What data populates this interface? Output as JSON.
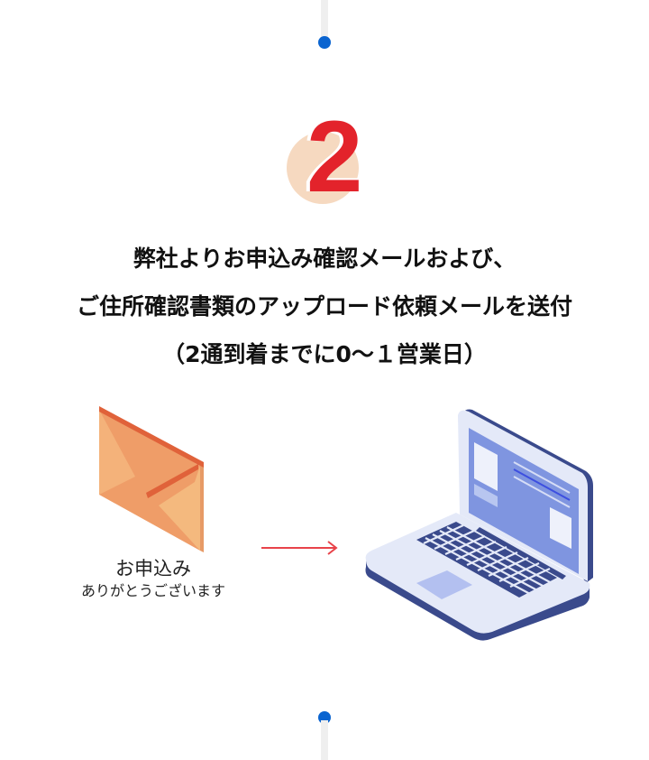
{
  "timeline": {
    "line_color": "#efefef",
    "dot_color": "#0a64d0"
  },
  "step": {
    "number": "2",
    "number_color": "#e3232b",
    "circle_color": "#f6d9c0"
  },
  "headline": {
    "lines": [
      "弊社よりお申込み確認メールおよび、",
      "ご住所確認書類のアップロード依頼メールを送付",
      "（2通到着までに0～１営業日）"
    ]
  },
  "illustration": {
    "envelope_icon": "envelope-icon",
    "envelope_caption": {
      "title": "お申込み",
      "subtitle": "ありがとうございます"
    },
    "arrow_icon": "arrow-right-icon",
    "arrow_color": "#e8434a",
    "laptop_icon": "laptop-icon"
  }
}
